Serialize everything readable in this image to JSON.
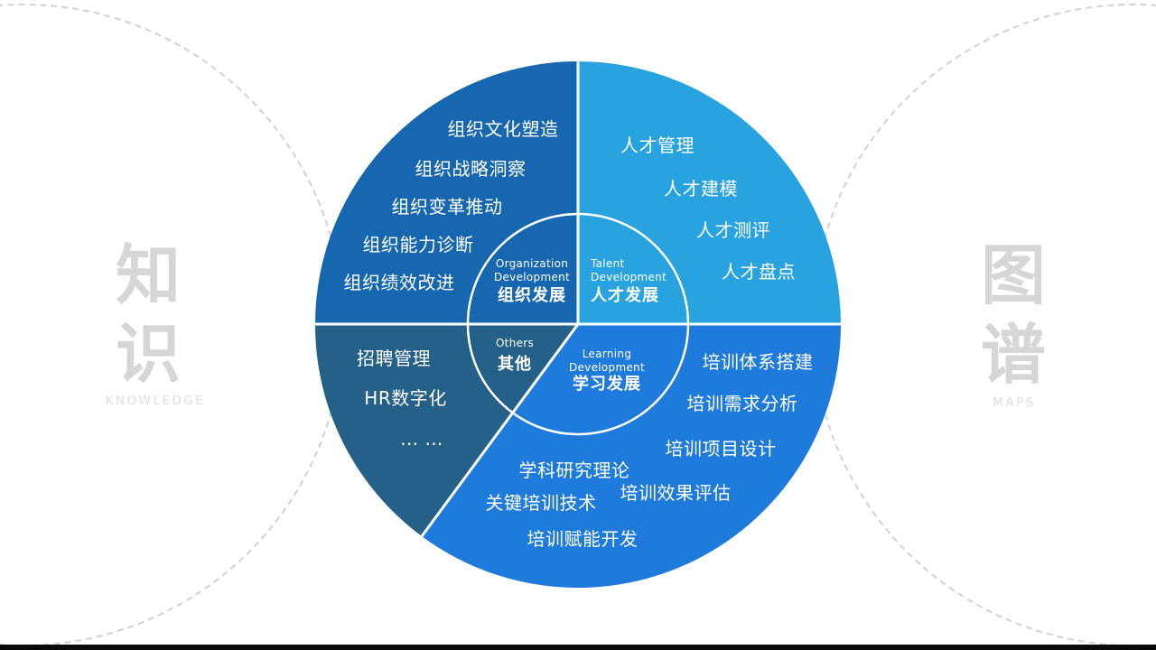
{
  "page": {
    "background": "#ffffff",
    "bottom_bar_color": "#0a0a0a"
  },
  "side_labels": {
    "left": {
      "char_top": "知",
      "char_bottom": "识",
      "caption": "KNOWLEDGE",
      "char_color": "#d6d6d6",
      "caption_color": "#dedede"
    },
    "right": {
      "char_top": "图",
      "char_bottom": "谱",
      "caption": "MAPS",
      "char_color": "#d6d6d6",
      "caption_color": "#dedede"
    },
    "dashed_circle_color": "#d2d2d2"
  },
  "diagram": {
    "sectors": [
      {
        "id": "organization-development",
        "en_line1": "Organization",
        "en_line2": "Development",
        "zh": "组织发展",
        "color": "#1667af",
        "items": [
          "组织文化塑造",
          "组织战略洞察",
          "组织变革推动",
          "组织能力诊断",
          "组织绩效改进"
        ]
      },
      {
        "id": "talent-development",
        "en_line1": "Talent",
        "en_line2": "Development",
        "zh": "人才发展",
        "color": "#29a3df",
        "items": [
          "人才管理",
          "人才建模",
          "人才测评",
          "人才盘点"
        ]
      },
      {
        "id": "learning-development",
        "en_line1": "Learning",
        "en_line2": "Development",
        "zh": "学习发展",
        "color": "#1e7bdc",
        "items": [
          "培训体系搭建",
          "培训需求分析",
          "培训项目设计",
          "培训效果评估",
          "学科研究理论",
          "关键培训技术",
          "培训赋能开发"
        ]
      },
      {
        "id": "others",
        "en_line1": "Others",
        "en_line2": "",
        "zh": "其他",
        "color": "#256089",
        "items": [
          "招聘管理",
          "HR数字化",
          "… …"
        ]
      }
    ]
  }
}
